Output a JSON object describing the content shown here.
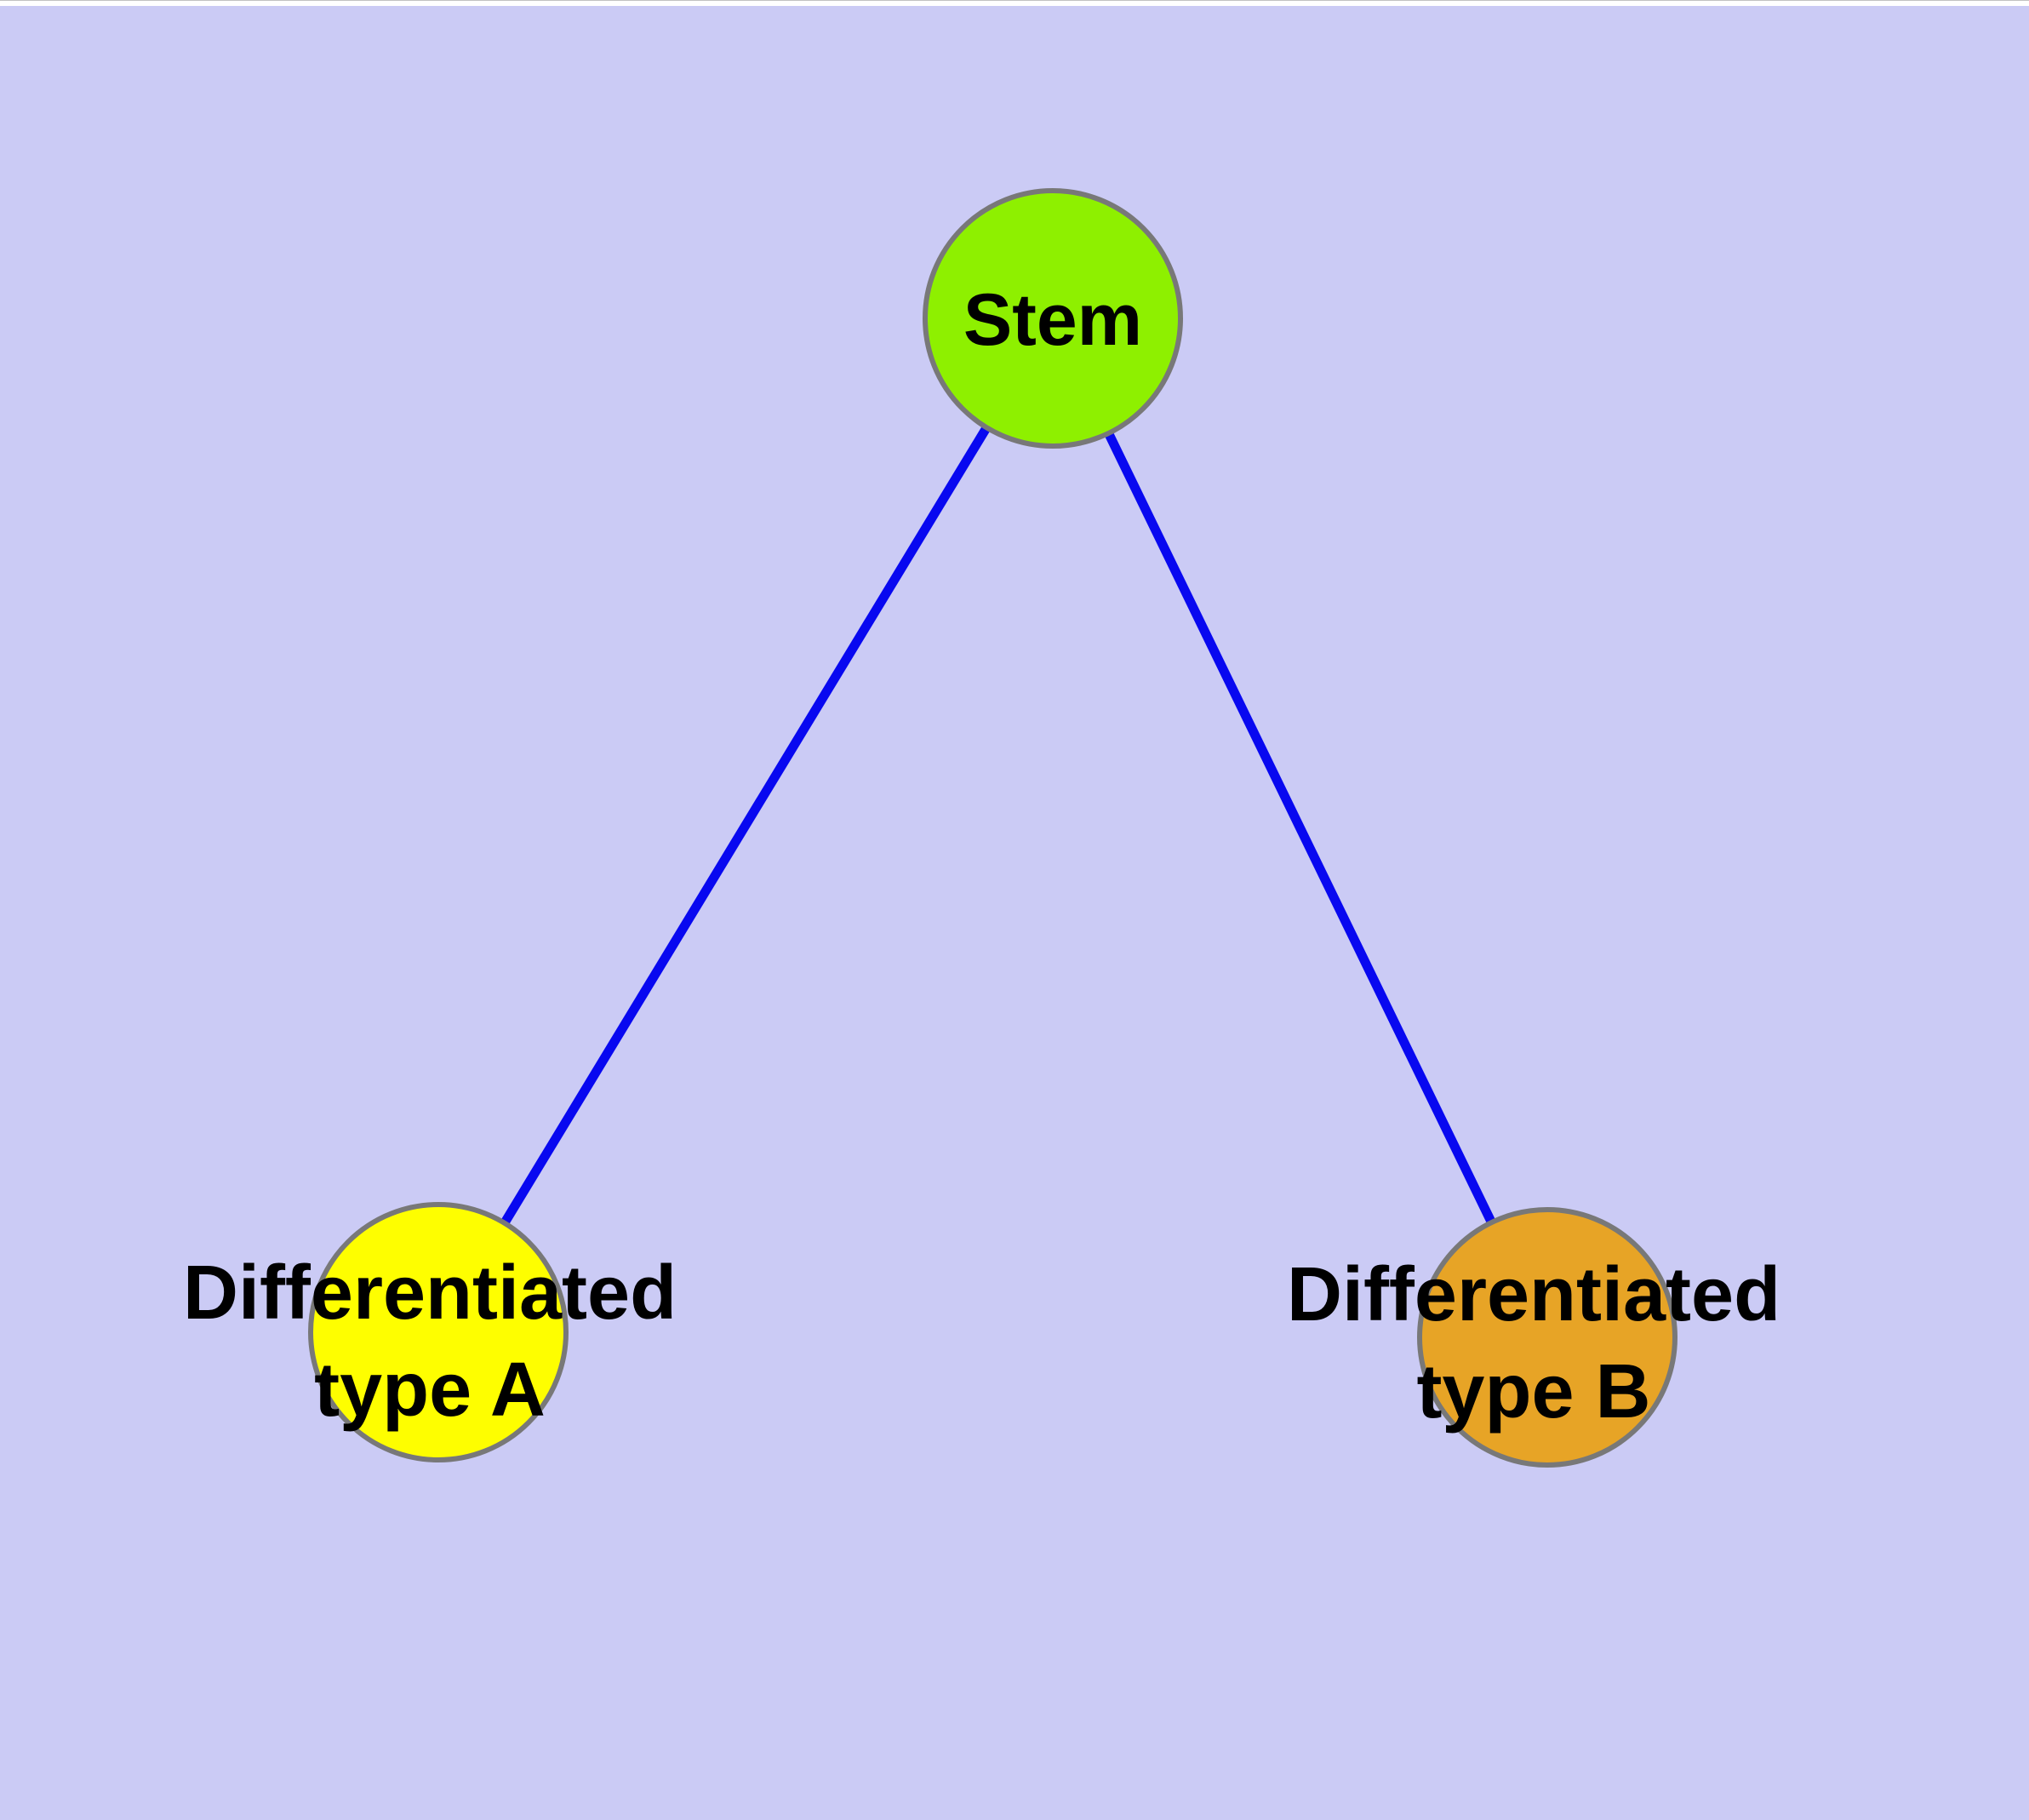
{
  "colors": {
    "background": "#CBCBF5",
    "top_strip": "#FFFFFF",
    "edge": "#0808F0",
    "node_border": "#787878",
    "label_text": "#000000"
  },
  "graph": {
    "type": "node-link-diagram",
    "nodes": [
      {
        "id": "stem",
        "label": "Stem",
        "label_line1": "Stem",
        "label_line2": "",
        "fill": "#8EF000"
      },
      {
        "id": "type_a",
        "label": "Differentiated type A",
        "label_line1": "Differentiated",
        "label_line2": "type A",
        "fill": "#FEFE00"
      },
      {
        "id": "type_b",
        "label": "Differentiated type B",
        "label_line1": "Differentiated",
        "label_line2": "type B",
        "fill": "#E7A426"
      }
    ],
    "edges": [
      {
        "from": "stem",
        "to": "type_a"
      },
      {
        "from": "stem",
        "to": "type_b"
      }
    ]
  }
}
